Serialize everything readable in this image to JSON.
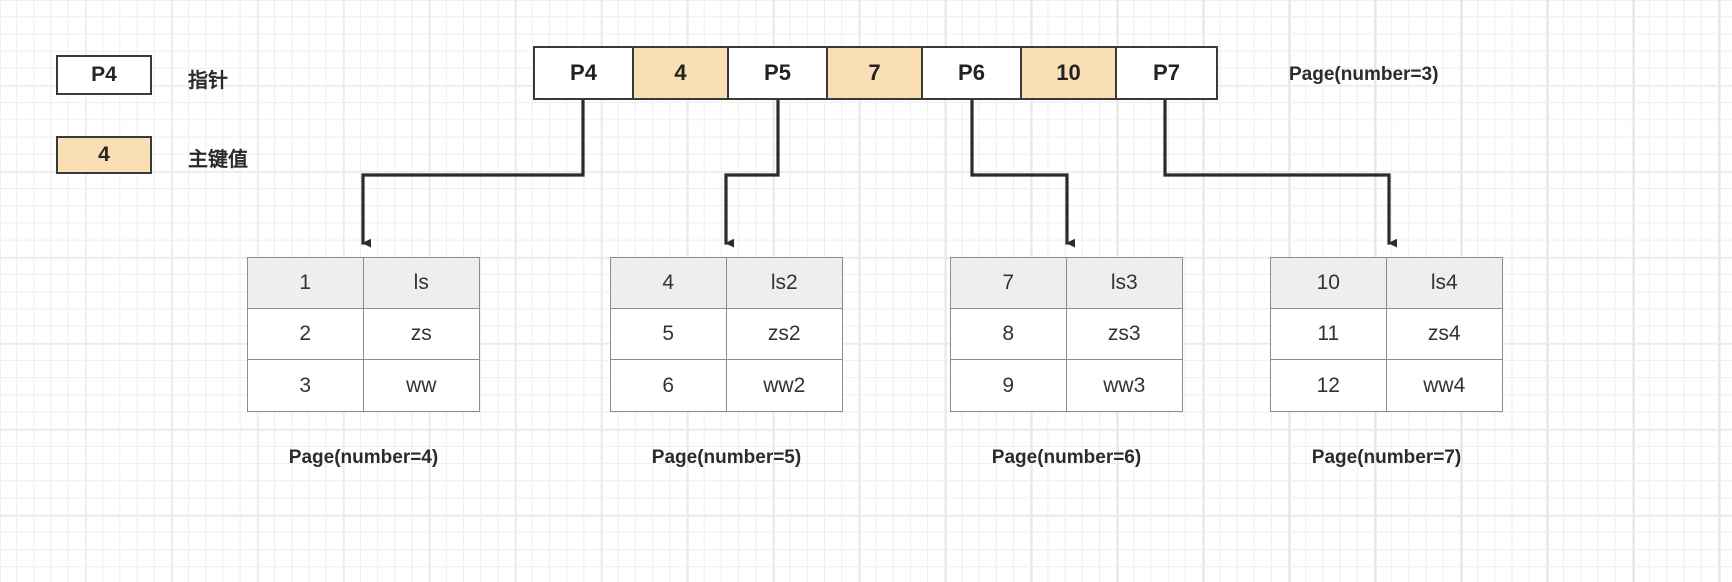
{
  "legend": {
    "pointer_sample": "P4",
    "pointer_label": "指针",
    "key_sample": "4",
    "key_label": "主键值"
  },
  "index_node": {
    "caption": "Page(number=3)",
    "cells": [
      {
        "text": "P4",
        "type": "pointer"
      },
      {
        "text": "4",
        "type": "key"
      },
      {
        "text": "P5",
        "type": "pointer"
      },
      {
        "text": "7",
        "type": "key"
      },
      {
        "text": "P6",
        "type": "pointer"
      },
      {
        "text": "10",
        "type": "key"
      },
      {
        "text": "P7",
        "type": "pointer"
      }
    ]
  },
  "leaf_pages": [
    {
      "caption": "Page(number=4)",
      "rows": [
        {
          "id": "1",
          "name": "ls"
        },
        {
          "id": "2",
          "name": "zs"
        },
        {
          "id": "3",
          "name": "ww"
        }
      ]
    },
    {
      "caption": "Page(number=5)",
      "rows": [
        {
          "id": "4",
          "name": "ls2"
        },
        {
          "id": "5",
          "name": "zs2"
        },
        {
          "id": "6",
          "name": "ww2"
        }
      ]
    },
    {
      "caption": "Page(number=6)",
      "rows": [
        {
          "id": "7",
          "name": "ls3"
        },
        {
          "id": "8",
          "name": "zs3"
        },
        {
          "id": "9",
          "name": "ww3"
        }
      ]
    },
    {
      "caption": "Page(number=7)",
      "rows": [
        {
          "id": "10",
          "name": "ls4"
        },
        {
          "id": "11",
          "name": "zs4"
        },
        {
          "id": "12",
          "name": "ww4"
        }
      ]
    }
  ],
  "colors": {
    "key_fill": "#fbdfb4",
    "node_stroke": "#3a3a3a",
    "leaf_stroke": "#8c8c8c",
    "leaf_head_fill": "#eeeeee",
    "grid": "#e2e2e2",
    "text": "#2b2b2b"
  }
}
